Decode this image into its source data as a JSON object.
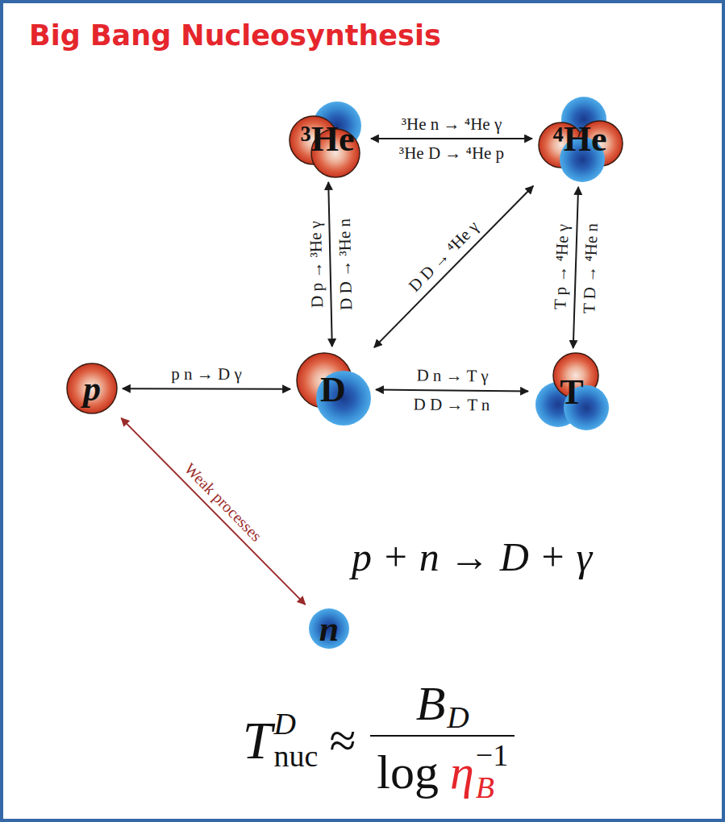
{
  "diagram": {
    "title": "Big Bang Nucleosynthesis",
    "nodes": [
      {
        "text": [
          "³He"
        ]
      },
      {
        "text": [
          "⁴He"
        ]
      },
      {
        "text": [
          "p"
        ]
      },
      {
        "text": [
          "D"
        ]
      },
      {
        "text": [
          "T"
        ]
      },
      {
        "text": [
          "n"
        ]
      }
    ],
    "edges": [
      {
        "from": 2,
        "to": 3,
        "label": "p n → D γ",
        "arrow": "both"
      },
      {
        "from": 3,
        "to": 4,
        "label": "D n → T γ",
        "arrow": "both"
      },
      {
        "from": 3,
        "to": 0,
        "label": "D p → ³He γ",
        "arrow": "both"
      },
      {
        "from": 0,
        "to": 1,
        "label": "³He n → ⁴He γ",
        "arrow": "both"
      },
      {
        "from": 3,
        "to": 1,
        "label": "D D → ⁴He γ",
        "arrow": "both"
      },
      {
        "from": 4,
        "to": 1,
        "label": "T p → ⁴He γ",
        "arrow": "both"
      },
      {
        "from": 2,
        "to": 5,
        "label": "Weak processes",
        "arrow": "both"
      }
    ],
    "labels": [
      "D D → ³He n",
      "³He D → ⁴He p",
      "D D → T n",
      "T D → ⁴He n",
      "p + n → D + γ",
      "T",
      "D",
      "nuc",
      "≈",
      "B",
      "D",
      "log",
      "η",
      "B",
      "−1"
    ]
  }
}
